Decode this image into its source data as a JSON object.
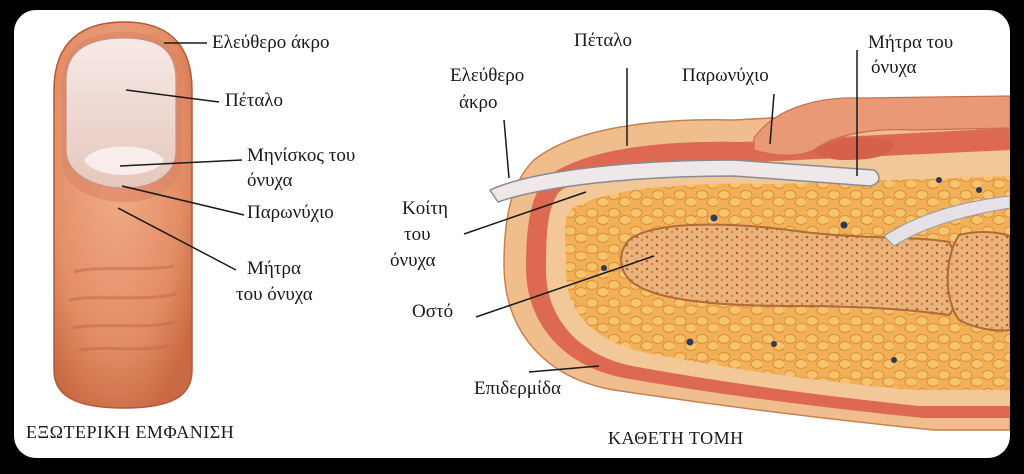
{
  "left_view": {
    "caption": "ΕΞΩΤΕΡΙΚΗ ΕΜΦΑΝΙΣΗ",
    "labels": {
      "free_edge": "Ελεύθερο άκρο",
      "nail_plate": "Πέταλο",
      "lunula_line1": "Μηνίσκος του",
      "lunula_line2": "όνυχα",
      "cuticle": "Παρωνύχιο",
      "matrix_line1": "Μήτρα",
      "matrix_line2": "του όνυχα"
    }
  },
  "right_view": {
    "caption": "ΚΑΘΕΤΗ ΤΟΜΗ",
    "labels": {
      "nail_plate": "Πέταλο",
      "free_edge_line1": "Ελεύθερο",
      "free_edge_line2": "άκρο",
      "cuticle": "Παρωνύχιο",
      "matrix_line1": "Μήτρα του",
      "matrix_line2": "όνυχα",
      "bed_line1": "Κοίτη",
      "bed_line2": "του",
      "bed_line3": "όνυχα",
      "bone": "Οστό",
      "epidermis": "Επιδερμίδα"
    }
  },
  "colors": {
    "frame": "#000000",
    "skin": "#e89a72",
    "nail": "#eeddd6",
    "dermis": "#d9674f",
    "fat": "#f0a94c",
    "bone": "#e8b57a"
  }
}
